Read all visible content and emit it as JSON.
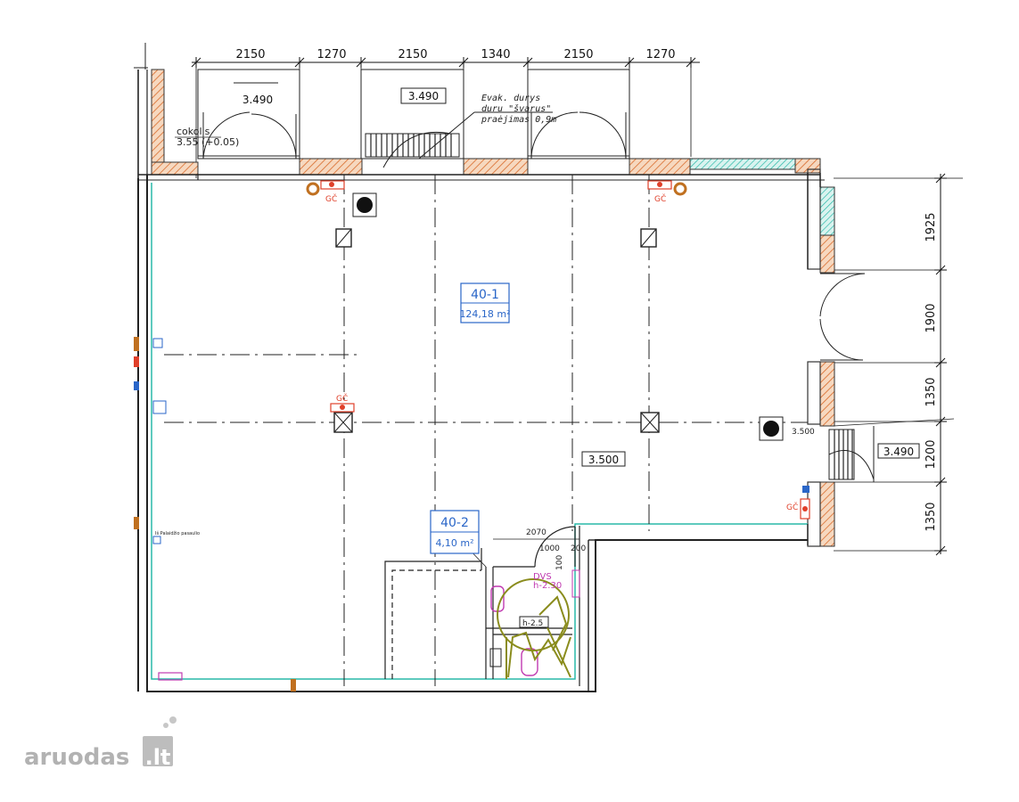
{
  "dimensions_top": [
    "2150",
    "1270",
    "2150",
    "1340",
    "2150",
    "1270"
  ],
  "dimensions_right": [
    "1925",
    "1900",
    "1350",
    "1200",
    "1350"
  ],
  "level_marks": {
    "top_left": "3.490",
    "top_center": "3.490",
    "center": "3.500",
    "right": "3.490",
    "column_small": "3.500"
  },
  "cokolis": {
    "label": "cokolis",
    "value": "3.55 (+0.05)"
  },
  "evac_note": [
    "Evak. durys",
    "duru \"švarus\"",
    "praėjimas 0,9m"
  ],
  "rooms": [
    {
      "id": "40-1",
      "area": "124,18 m²"
    },
    {
      "id": "40-2",
      "area": "4,10 m²"
    }
  ],
  "gc_label": "GČ",
  "wc": {
    "code": "DVS",
    "height": "h-2.30",
    "height_lower": "h-2.5",
    "dims": [
      "2070",
      "1000",
      "200",
      "100"
    ]
  },
  "wall_note": "Iš Palaidžio pasaulio",
  "watermark": {
    "part_a": "aruodas",
    "part_b": ".lt"
  },
  "colors": {
    "wall_fill": "#f1c9a8",
    "wall_hatch": "#d96b2b",
    "glass": "#29b9a8",
    "room_label": "#2a66c8",
    "gc": "#e0402a",
    "sanitary": "#c03ab0",
    "olive": "#8a8c1d"
  }
}
